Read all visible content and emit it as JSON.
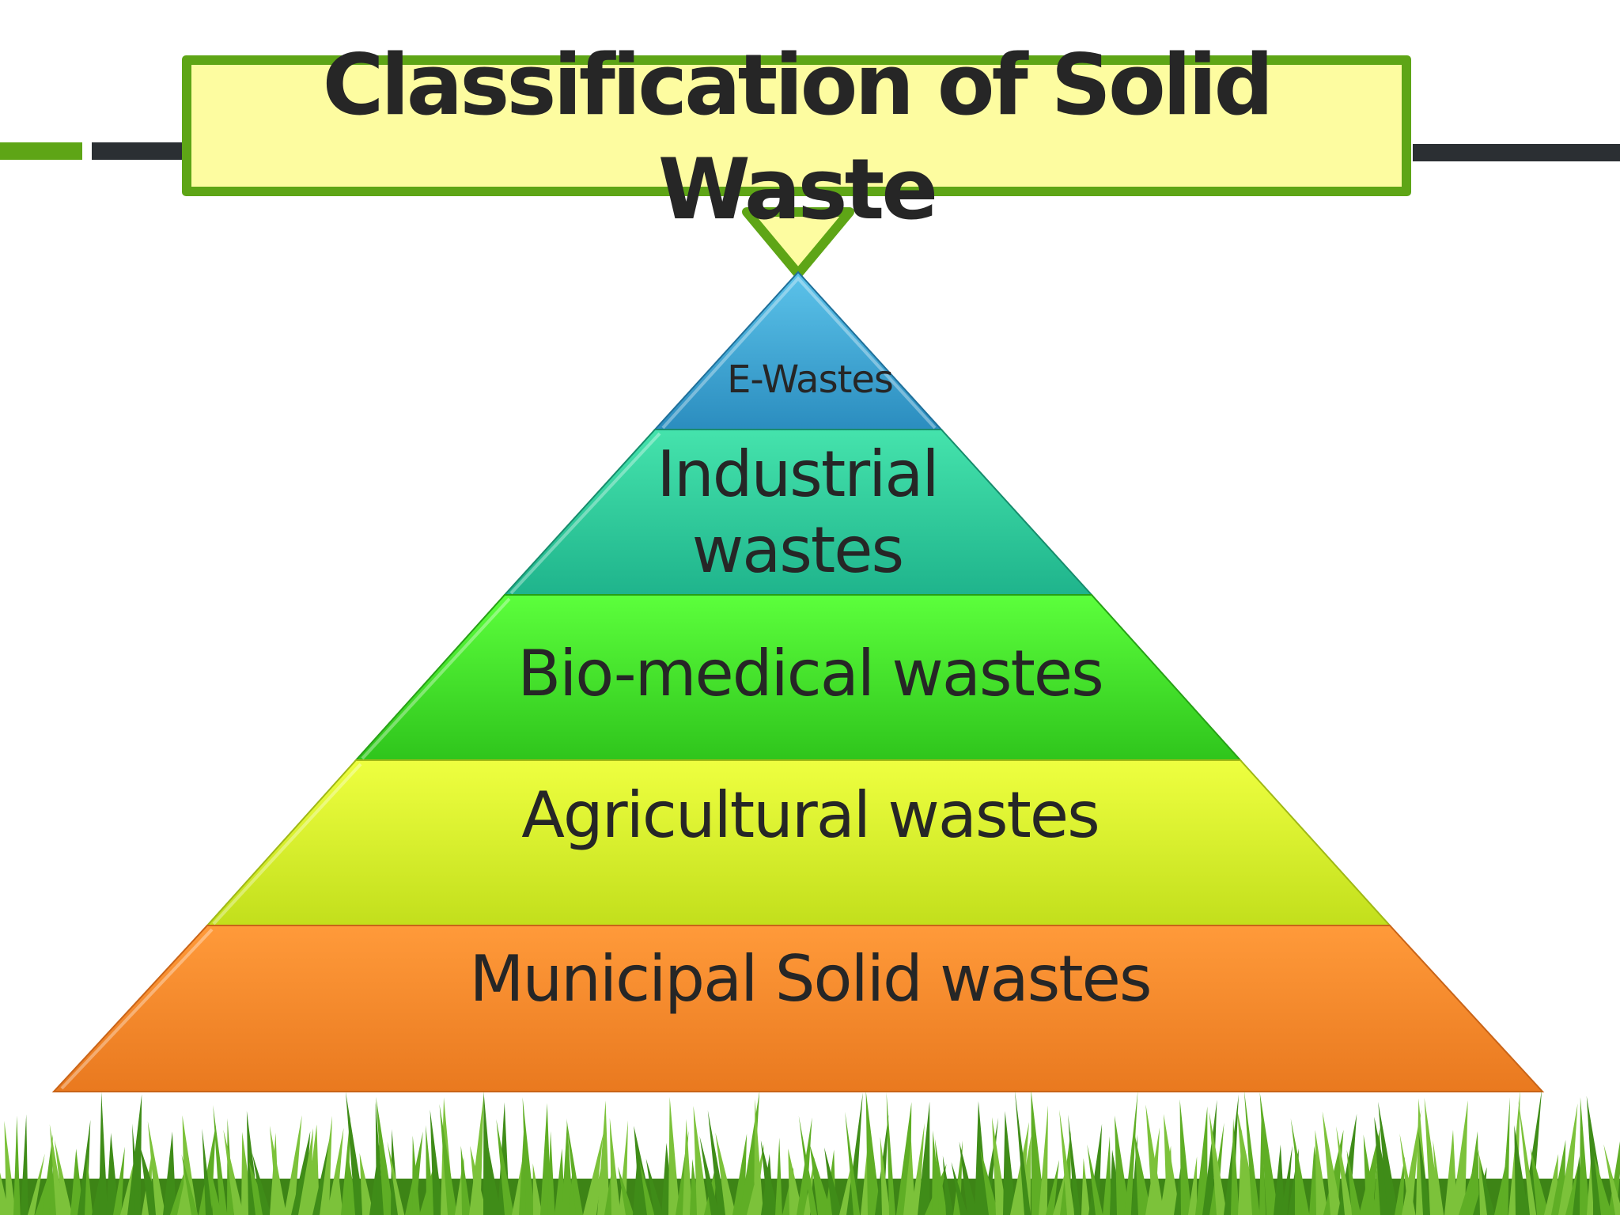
{
  "slide": {
    "title": "Classification of Solid Waste"
  },
  "pyramid": {
    "tiers": [
      {
        "label": "E-Wastes",
        "color_top": "#5cc3ea",
        "color_bottom": "#2b8dbf"
      },
      {
        "label": "Industrial wastes",
        "color_top": "#45e3ac",
        "color_bottom": "#1fb48c"
      },
      {
        "label": "Bio-medical wastes",
        "color_top": "#5cff3c",
        "color_bottom": "#2fc51c"
      },
      {
        "label": "Agricultural wastes",
        "color_top": "#eeff40",
        "color_bottom": "#c2df1c"
      },
      {
        "label": "Municipal Solid wastes",
        "color_top": "#ff9a3a",
        "color_bottom": "#e9791f"
      }
    ]
  },
  "colors": {
    "banner_fill": "#fdfca0",
    "banner_border": "#5ea516",
    "rule_dark": "#2b2f33",
    "text": "#262626",
    "grass": "#4f9a1e"
  }
}
